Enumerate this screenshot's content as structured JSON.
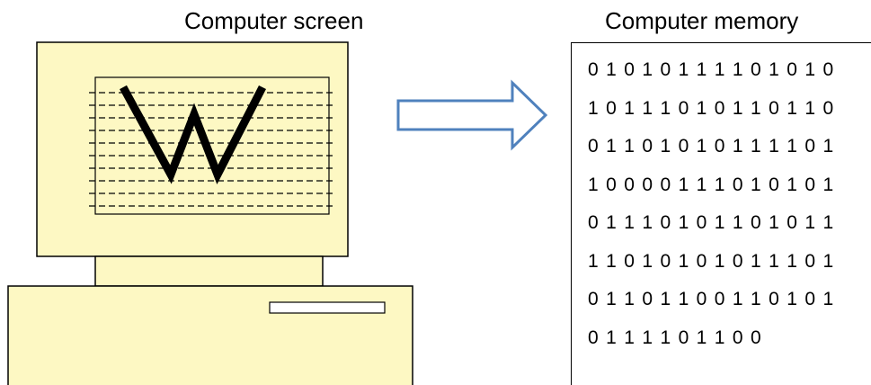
{
  "labels": {
    "screen": "Computer screen",
    "memory": "Computer memory",
    "screen_letter": "W"
  },
  "memory": {
    "lines": [
      "0 1 0 1 0 1 1 1 1 0 1 0 1 0",
      "1 0 1 1 1 0 1 0 1 1 0 1 1 0",
      "0 1 1 0 1 0 1 0 1 1 1 1 0 1",
      "1 0 0 0 0 1 1 1 0 1 0 1 0 1",
      "0 1 1 1 0 1 0 1 1 0 1 0 1 1",
      "1 1 0 1 0 1 0 1 0 1 1 1 0 1",
      "0 1 1 0 1 1 0 0 1 1 0 1 0 1",
      "0 1 1 1 1 0 1 1 0 0"
    ]
  },
  "colors": {
    "computer_fill": "#fdf8c3",
    "outline": "#000000",
    "arrow_fill": "#ffffff",
    "arrow_stroke": "#4f81bd"
  }
}
